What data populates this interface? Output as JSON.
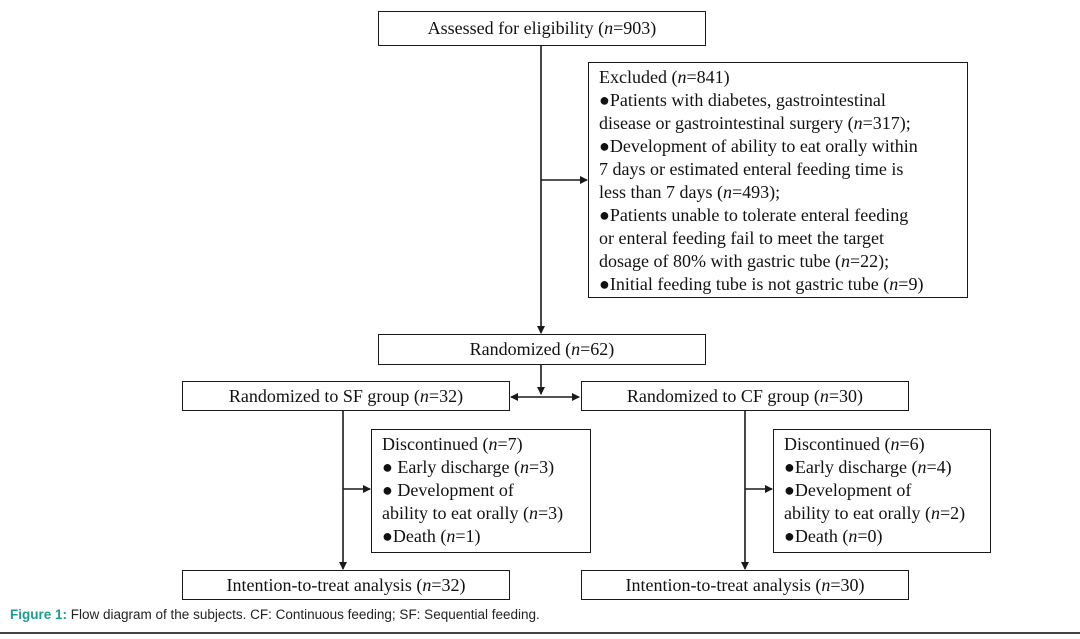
{
  "assessed": "Assessed for eligibility (n=903)",
  "excluded": {
    "title": "Excluded (n=841)",
    "lines": [
      "●Patients with diabetes, gastrointestinal",
      "disease or gastrointestinal surgery (n=317);",
      "●Development of ability to eat orally within",
      "7 days or estimated enteral feeding time is",
      "less than 7 days (n=493);",
      "●Patients unable to tolerate enteral feeding",
      "or enteral feeding fail to meet the target",
      "dosage of 80% with gastric tube (n=22);",
      "●Initial feeding tube is not gastric tube (n=9)"
    ]
  },
  "randomized": "Randomized (n=62)",
  "sf_group": "Randomized to SF group (n=32)",
  "cf_group": "Randomized to CF group (n=30)",
  "disc_sf": {
    "lines": [
      "Discontinued (n=7)",
      "● Early discharge (n=3)",
      "● Development of",
      "ability to eat orally (n=3)",
      "●Death (n=1)"
    ]
  },
  "disc_cf": {
    "lines": [
      "Discontinued (n=6)",
      "●Early discharge (n=4)",
      "●Development of",
      "ability to eat orally (n=2)",
      "●Death (n=0)"
    ]
  },
  "itt_sf": "Intention-to-treat analysis (n=32)",
  "itt_cf": "Intention-to-treat analysis (n=30)",
  "caption": {
    "label": "Figure 1:",
    "text": " Flow diagram of the subjects. CF: Continuous feeding; SF: Sequential feeding."
  }
}
